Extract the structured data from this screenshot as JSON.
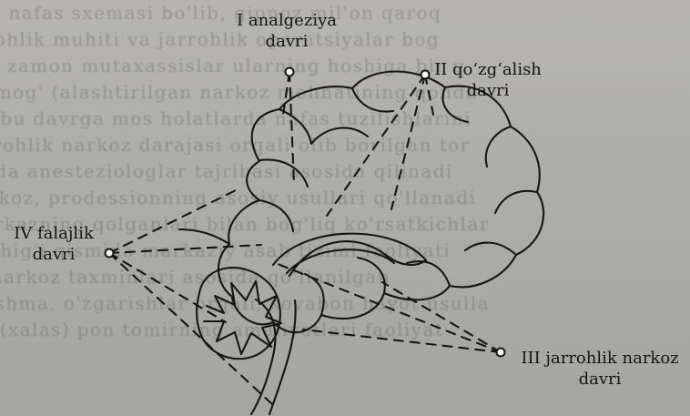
{
  "stages": [
    {
      "line1": "I analgeziya",
      "line2": "davri"
    },
    {
      "line1": "II qo‘zg‘alish",
      "line2": "davri"
    },
    {
      "line1": "III jarrohlik narkoz",
      "line2": "davri"
    },
    {
      "line1": "IV falajlik",
      "line2": "davri"
    }
  ],
  "background_text_lines": [
    "dag nafas sxemasi bo'lib, gipnoz mil'on qaroq",
    "Jarohlik muhiti va jarrohlik operatsiyalar bog",
    "sun zamon mutaxassislar ularning hoshiga bir q",
    "tarmog' (alashtirilgan narkoz mehnatining qonda",
    "ushbu davrga mos holatlarda nafas tuzilishlarini",
    "jarrohlik narkoz darajasi orqali olib borilgan tor",
    "qo'da anesteziologlar tajribasi asosida qilinadi",
    "narkoz, prodessionning asosiy usullari qo'llanadi",
    "markazning qolganlari bilan bog'liq ko'rsatkichlar",
    "bachig'i qismida markaziy asab tizimi faoliyati",
    "n, narkoz taxminlari asosida qo'llanilgan",
    "qo'shma, o'zgarishlar orqali, soyabon hayot usulla",
    "lar (xalas) pon tomirning amaliyotlari faoliyat"
  ],
  "colors": {
    "ink": "#151515",
    "paper": "#adadab"
  }
}
